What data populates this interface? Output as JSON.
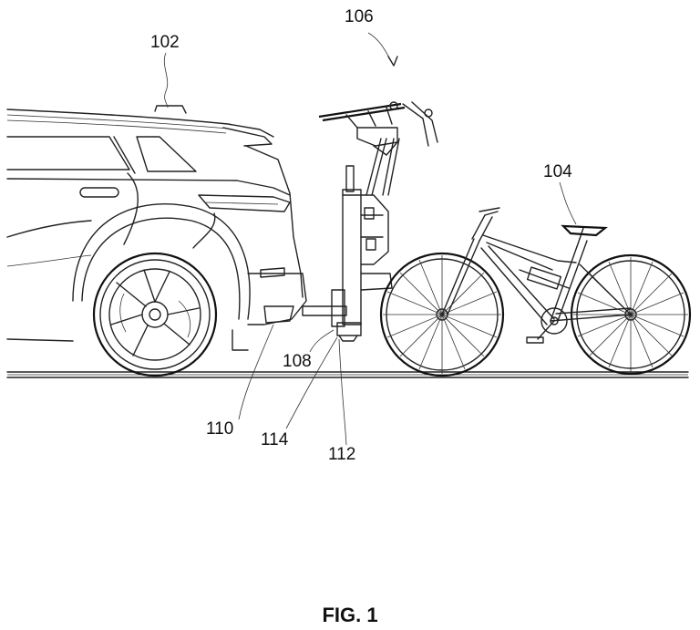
{
  "figure": {
    "caption": "FIG. 1",
    "labels": {
      "vehicle": "102",
      "bicycle": "104",
      "carrier": "106",
      "arm": "108",
      "hitch": "110",
      "mount": "112",
      "base": "114"
    }
  }
}
